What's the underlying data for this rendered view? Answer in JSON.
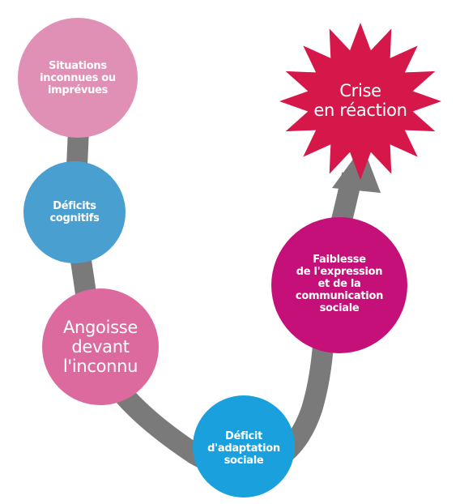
{
  "colors": {
    "path": "#7a7a7a",
    "pink_light": "#e08fb5",
    "pink_mid": "#dd6a9f",
    "blue_mid": "#4a9fd1",
    "blue_bright": "#1ba0de",
    "magenta": "#c5107a",
    "crisis_red": "#d5174a",
    "text": "#ffffff"
  },
  "nodes": {
    "situations": {
      "lines": [
        "Situations",
        "inconnues ou",
        "imprévues"
      ]
    },
    "deficits_cognitifs": {
      "lines": [
        "Déficits",
        "cognitifs"
      ]
    },
    "angoisse": {
      "lines": [
        "Angoisse",
        "devant",
        "l'inconnu"
      ]
    },
    "deficit_adaptation": {
      "lines": [
        "Déficit",
        "d'adaptation",
        "sociale"
      ]
    },
    "faiblesse": {
      "lines": [
        "Faiblesse",
        "de l'expression",
        "et de la",
        "communication",
        "sociale"
      ]
    },
    "crise": {
      "lines": [
        "Crise",
        "en réaction"
      ]
    }
  }
}
